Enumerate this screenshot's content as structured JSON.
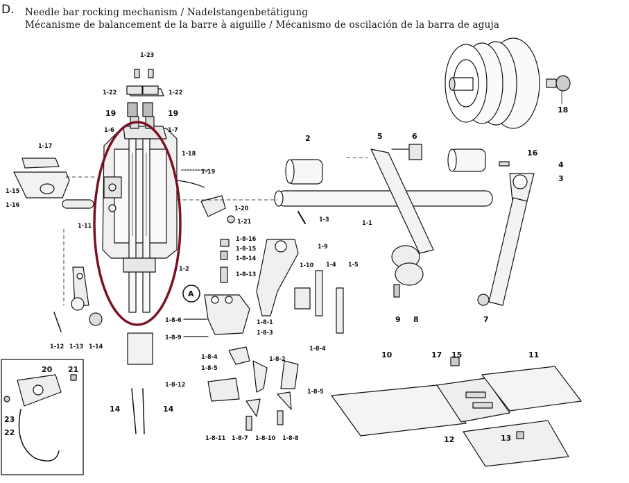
{
  "header": {
    "letter": "D.",
    "line1": "Needle bar rocking mechanism / Nadelstangenbetätigung",
    "line2": "Mécanisme de balancement de la barre à aiguille / Mécanismo de oscilación de la barra de aguja"
  },
  "callout": {
    "letter": "A"
  },
  "labels": {
    "l1_23": "1-23",
    "l1_22a": "1-22",
    "l1_22b": "1-22",
    "l19a": "19",
    "l19b": "19",
    "l1_6": "1-6",
    "l1_7": "1-7",
    "l1_17": "1-17",
    "l1_18": "1-18",
    "l1_19": "1-19",
    "l1_15": "1-15",
    "l1_16": "1-16",
    "l1_11": "1-11",
    "l1_20": "1-20",
    "l1_21": "1-21",
    "l1_2": "1-2",
    "l1_12": "1-12",
    "l1_13": "1-13",
    "l1_14": "1-14",
    "l2": "2",
    "l5": "5",
    "l6": "6",
    "l16": "16",
    "l4": "4",
    "l3": "3",
    "l18": "18",
    "l1_3": "1-3",
    "l1_1": "1-1",
    "l1_9": "1-9",
    "l1_10": "1-10",
    "l1_4": "1-4",
    "l1_5": "1-5",
    "l9": "9",
    "l8": "8",
    "l7": "7",
    "l1_8_16": "1-8-16",
    "l1_8_15": "1-8-15",
    "l1_8_14": "1-8-14",
    "l1_8_13": "1-8-13",
    "l1_8_6": "1-8-6",
    "l1_8_1": "1-8-1",
    "l1_8_9": "1-8-9",
    "l1_8_3": "1-8-3",
    "l1_8_4a": "1-8-4",
    "l1_8_4b": "1-8-4",
    "l1_8_2": "1-8-2",
    "l1_8_5a": "1-8-5",
    "l1_8_5b": "1-8-5",
    "l1_8_12": "1-8-12",
    "l1_8_11": "1-8-11",
    "l1_8_7": "1-8-7",
    "l1_8_10": "1-8-10",
    "l1_8_8": "1-8-8",
    "l14a": "14",
    "l14b": "14",
    "l20": "20",
    "l21": "21",
    "l23": "23",
    "l22": "22",
    "l10": "10",
    "l17": "17",
    "l15": "15",
    "l11": "11",
    "l12": "12",
    "l13": "13"
  },
  "colors": {
    "highlight": "#7a1022",
    "ink": "#111111",
    "part_fill": "#f4f4f4"
  }
}
